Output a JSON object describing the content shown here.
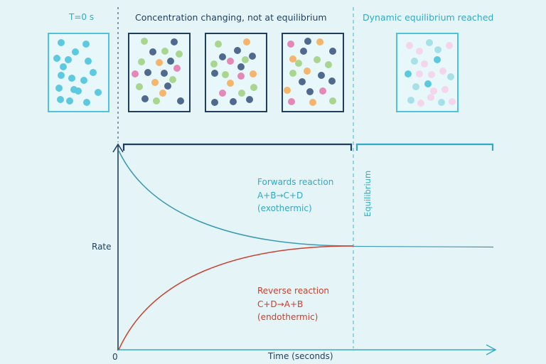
{
  "headers": {
    "t0": "T=0 s",
    "changing": "Concentration changing, not at equilibrium",
    "equilibrium": "Dynamic equilibrium reached"
  },
  "axes": {
    "y_label": "Rate",
    "x_label": "Time (seconds)",
    "origin": "0",
    "equilibrium_label": "Equilibrium"
  },
  "curves": {
    "forward": {
      "name": "Forwards reaction",
      "equation": "A+B→C+D",
      "type": "(exothermic)",
      "color": "#3a9ab2"
    },
    "reverse": {
      "name": "Reverse reaction",
      "equation": "C+D→A+B",
      "type": "(endothermic)",
      "color": "#c9412f"
    }
  },
  "colors": {
    "background": "#e4f4f7",
    "teal": "#35a9c2",
    "dark": "#1f3f5c",
    "particle_cyan": "#5cc9e0",
    "particle_green": "#a9d68f",
    "particle_navy": "#4f6a8f",
    "particle_pink": "#e488b8",
    "particle_orange": "#f5b56a",
    "particle_faint_pink": "#f3d5ec",
    "particle_faint_cyan": "#a6e1ea"
  }
}
